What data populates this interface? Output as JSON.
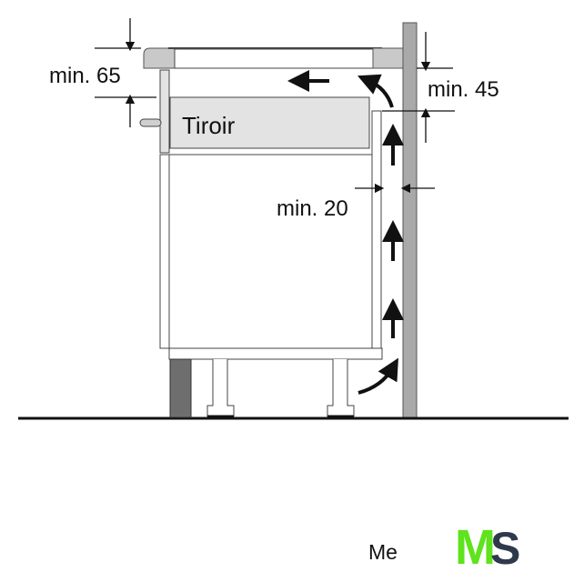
{
  "labels": {
    "drawer": "Tiroir",
    "top_clearance": "min. 65",
    "wall_clearance_top": "min. 45",
    "rear_gap": "min. 20"
  },
  "watermark": {
    "text": "Me",
    "logo_m": "M",
    "logo_s": "S"
  },
  "colors": {
    "logo_green": "#5ee31c",
    "logo_dark": "#2e3a4b",
    "wall": "#a9a9a9",
    "drawer": "#e3e3e3",
    "plinth": "#6e6e6e"
  }
}
